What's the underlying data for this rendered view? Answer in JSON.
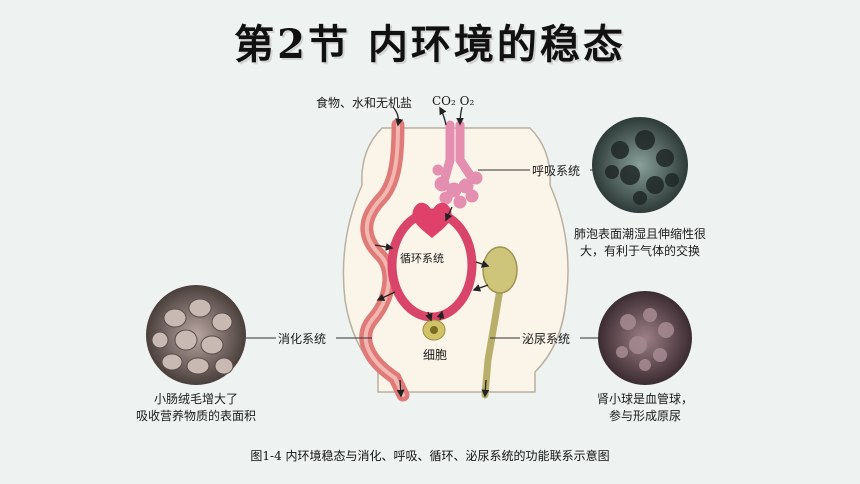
{
  "title": "第2节 内环境的稳态",
  "labels": {
    "input": "食物、水和无机盐",
    "gases": "CO₂  O₂",
    "respiratory": "呼吸系统",
    "circulatory": "循环系统",
    "digestive": "消化系统",
    "urinary": "泌尿系统",
    "cell": "细胞"
  },
  "notes": {
    "alveoli_line1": "肺泡表面潮湿且伸缩性很",
    "alveoli_line2": "大，有利于气体的交换",
    "intestine_line1": "小肠绒毛增大了",
    "intestine_line2": "吸收营养物质的表面积",
    "kidney_line1": "肾小球是血管球，",
    "kidney_line2": "参与形成原尿"
  },
  "caption": "图1-4  内环境稳态与消化、呼吸、循环、泌尿系统的功能联系示意图",
  "colors": {
    "body_fill": "#fbf4e8",
    "digestive": "#e07a78",
    "respiratory": "#e58fb0",
    "circulatory": "#d9456a",
    "urinary": "#b8b06a",
    "cell": "#d2c36a"
  }
}
